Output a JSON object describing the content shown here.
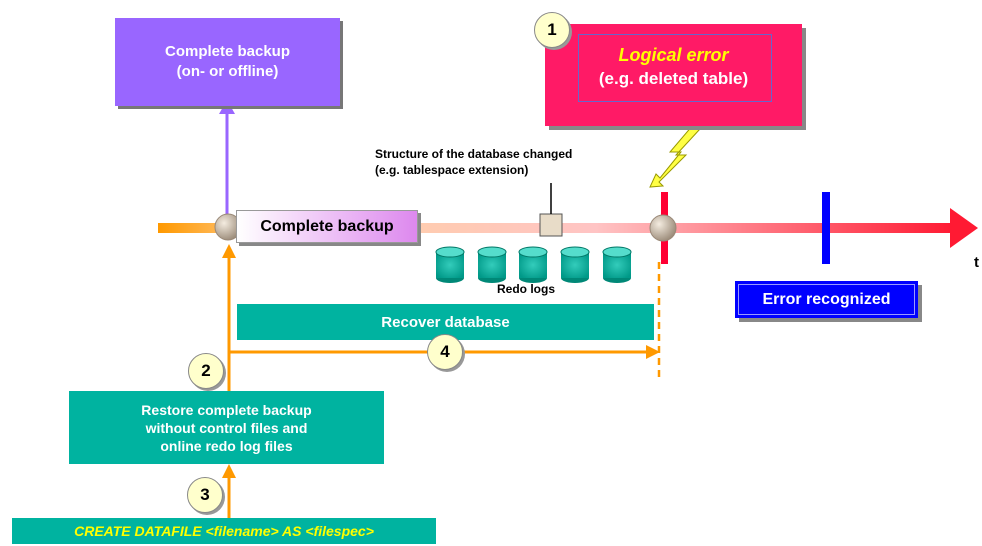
{
  "boxes": {
    "complete_backup_top": {
      "line1": "Complete backup",
      "line2": "(on- or offline)"
    },
    "logical_error": {
      "title": "Logical error",
      "subtitle": "(e.g. deleted table)"
    },
    "timeline_backup_label": "Complete backup",
    "structure_change": {
      "line1": "Structure of the database changed",
      "line2": "(e.g. tablespace extension)"
    },
    "redo_logs_label": "Redo logs",
    "error_recognized": "Error recognized",
    "recover_database": "Recover database",
    "restore_backup": {
      "line1": "Restore complete backup",
      "line2": "without control files and",
      "line3": "online redo log files"
    },
    "create_datafile": "CREATE DATAFILE <filename> AS <filespec>",
    "time_axis_label": "t"
  },
  "steps": {
    "s1": "1",
    "s2": "2",
    "s3": "3",
    "s4": "4"
  },
  "colors": {
    "purple": "#9966ff",
    "crimson": "#ff1a66",
    "teal": "#00b3a0",
    "blue": "#0000ff",
    "orange": "#ff9900",
    "yellow_text": "#ffff00",
    "red": "#ff0033"
  }
}
